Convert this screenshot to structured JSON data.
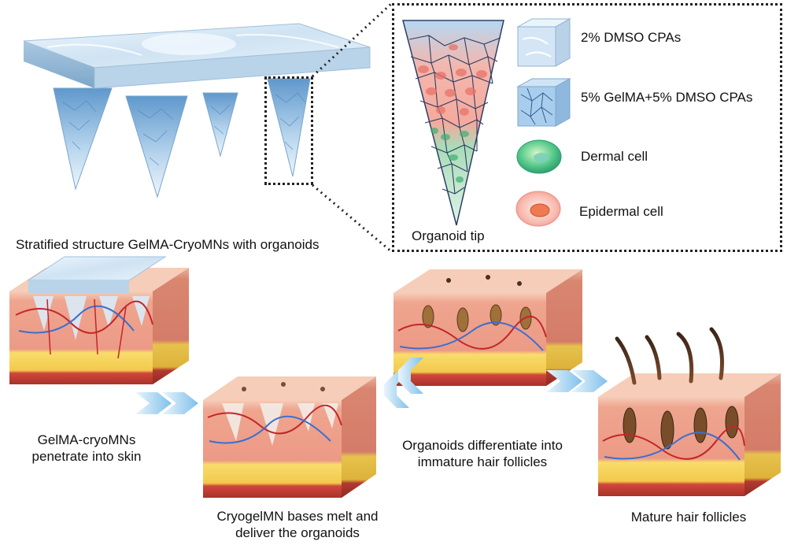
{
  "top_panel": {
    "caption": "Stratified structure GelMA-CryoMNs with organoids"
  },
  "callout": {
    "tip_label": "Organoid tip",
    "legend": [
      {
        "label": "2% DMSO CPAs",
        "icon": "ice-cube-icon"
      },
      {
        "label": "5% GelMA+5% DMSO CPAs",
        "icon": "gelma-mesh-cube-icon"
      },
      {
        "label": "Dermal cell",
        "icon": "dermal-cell-icon",
        "color": "#3fbf7f"
      },
      {
        "label": "Epidermal cell",
        "icon": "epidermal-cell-icon",
        "color": "#f08a80"
      }
    ]
  },
  "steps": [
    {
      "line1": "GelMA-cryoMNs",
      "line2": "penetrate into skin"
    },
    {
      "line1": "CryogelMN bases melt and",
      "line2": "deliver the organoids"
    },
    {
      "line1": "Organoids differentiate into",
      "line2": "immature hair follicles"
    },
    {
      "line1": "Mature hair follicles",
      "line2": ""
    }
  ],
  "colors": {
    "ice": "#cfe3f3",
    "skin_top": "#f2c2aa",
    "dermis": "#ef9f8a",
    "fat": "#f6d45a",
    "muscle": "#c9453a",
    "vessel_red": "#c2262a",
    "vessel_blue": "#3a6fd1",
    "arrow": "#8cc8ee"
  }
}
